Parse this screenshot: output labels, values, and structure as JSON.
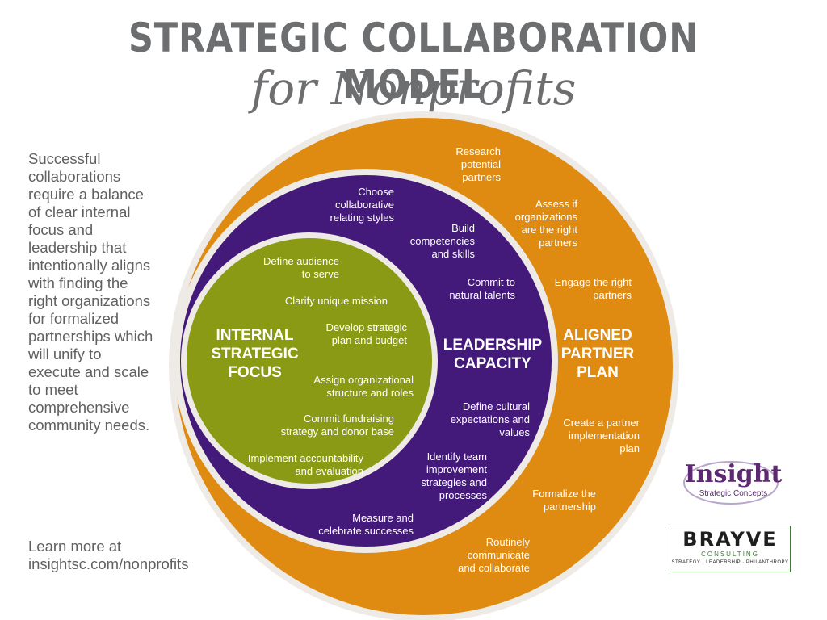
{
  "header": {
    "title": "STRATEGIC COLLABORATION MODEL",
    "subtitle": "for Nonprofits"
  },
  "intro": "Successful collaborations require a balance of clear internal focus and leadership that intentionally aligns with finding the right organizations for formalized partnerships which will unify to execute and scale to meet comprehensive community needs.",
  "learn_more": "Learn more at\ninsightsc.com/nonprofits",
  "colors": {
    "outer": "#df8b12",
    "middle": "#43197a",
    "inner": "#8b9a14",
    "border": "#eeeae6"
  },
  "rings": {
    "inner": {
      "title": "INTERNAL\nSTRATEGIC\nFOCUS",
      "items": [
        "Define audience\nto serve",
        "Clarify unique mission",
        "Develop strategic\nplan and budget",
        "Assign organizational\nstructure and roles",
        "Commit fundraising\nstrategy and donor base",
        "Implement accountability\nand evaluation"
      ]
    },
    "middle": {
      "title": "LEADERSHIP\nCAPACITY",
      "items": [
        "Choose\ncollaborative\nrelating styles",
        "Build\ncompetencies\nand skills",
        "Commit to\nnatural talents",
        "Define cultural\nexpectations and\nvalues",
        "Identify team\nimprovement\nstrategies and\nprocesses",
        "Measure and\ncelebrate successes"
      ]
    },
    "outer": {
      "title": "ALIGNED\nPARTNER\nPLAN",
      "items": [
        "Research\npotential\npartners",
        "Assess if\norganizations\nare the right\npartners",
        "Engage the right\npartners",
        "Create a partner\nimplementation\nplan",
        "Formalize the\npartnership",
        "Routinely\ncommunicate\nand collaborate"
      ]
    }
  },
  "logos": {
    "insight": {
      "word": "Insight",
      "sub": "Strategic Concepts"
    },
    "brayve": {
      "word": "BRAYVE",
      "sub": "CONSULTING",
      "tagline": "STRATEGY · LEADERSHIP · PHILANTHROPY"
    }
  }
}
